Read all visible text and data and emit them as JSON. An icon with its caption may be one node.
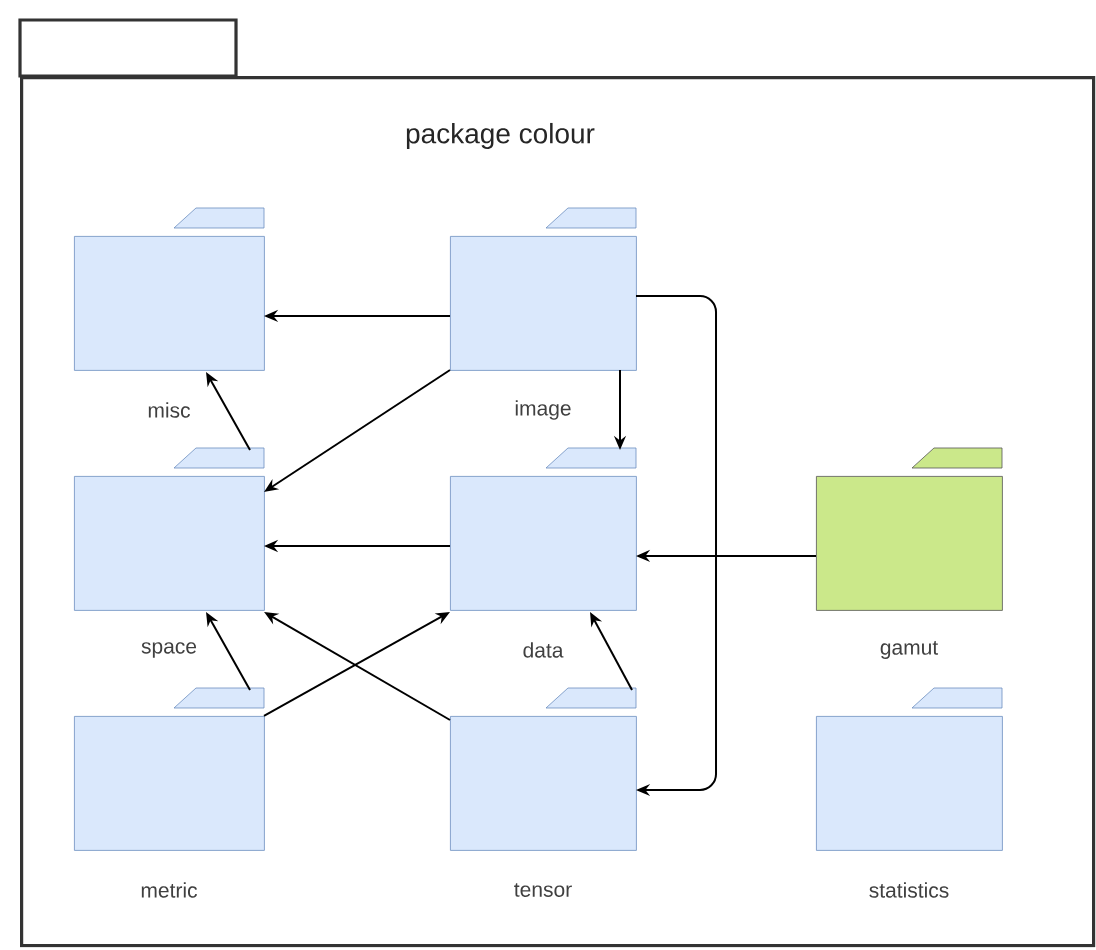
{
  "diagram": {
    "nodes": [
      {
        "text": [
          "package colour"
        ]
      },
      {
        "text": [
          "misc"
        ],
        "in": 0
      },
      {
        "text": [
          "image"
        ],
        "in": 0
      },
      {
        "text": [
          "space"
        ],
        "in": 0
      },
      {
        "text": [
          "data"
        ],
        "in": 0
      },
      {
        "text": [
          "gamut"
        ],
        "in": 0
      },
      {
        "text": [
          "metric"
        ],
        "in": 0
      },
      {
        "text": [
          "tensor"
        ],
        "in": 0
      },
      {
        "text": [
          "statistics"
        ],
        "in": 0
      }
    ],
    "edges": [
      {
        "from": 2,
        "to": 1,
        "arrow": "to"
      },
      {
        "from": 2,
        "to": 3,
        "arrow": "to"
      },
      {
        "from": 2,
        "to": 4,
        "arrow": "to"
      },
      {
        "from": 2,
        "to": 7,
        "arrow": "to"
      },
      {
        "from": 3,
        "to": 1,
        "arrow": "to"
      },
      {
        "from": 4,
        "to": 3,
        "arrow": "to"
      },
      {
        "from": 5,
        "to": 4,
        "arrow": "to"
      },
      {
        "from": 6,
        "to": 3,
        "arrow": "to"
      },
      {
        "from": 6,
        "to": 4,
        "arrow": "to"
      },
      {
        "from": 7,
        "to": 3,
        "arrow": "to"
      },
      {
        "from": 7,
        "to": 4,
        "arrow": "to"
      }
    ]
  }
}
